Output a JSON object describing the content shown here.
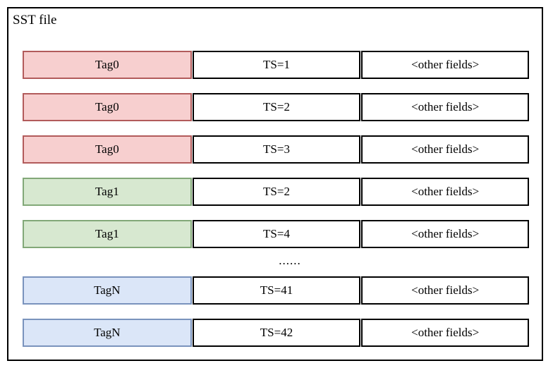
{
  "diagram": {
    "title": "SST file",
    "frame_border_color": "#000000",
    "columns": [
      "tag",
      "timestamp",
      "other"
    ],
    "rows": [
      {
        "tag": "Tag0",
        "ts": "TS=1",
        "other": "<other fields>",
        "color": "pink",
        "fill": "#f7cfcf",
        "stroke": "#b25b5b"
      },
      {
        "tag": "Tag0",
        "ts": "TS=2",
        "other": "<other fields>",
        "color": "pink",
        "fill": "#f7cfcf",
        "stroke": "#b25b5b"
      },
      {
        "tag": "Tag0",
        "ts": "TS=3",
        "other": "<other fields>",
        "color": "pink",
        "fill": "#f7cfcf",
        "stroke": "#b25b5b"
      },
      {
        "tag": "Tag1",
        "ts": "TS=2",
        "other": "<other fields>",
        "color": "green",
        "fill": "#d7e8d0",
        "stroke": "#82a878"
      },
      {
        "tag": "Tag1",
        "ts": "TS=4",
        "other": "<other fields>",
        "color": "green",
        "fill": "#d7e8d0",
        "stroke": "#82a878"
      },
      {
        "tag": "TagN",
        "ts": "TS=41",
        "other": "<other fields>",
        "color": "blue",
        "fill": "#dbe6f8",
        "stroke": "#7a93bd"
      },
      {
        "tag": "TagN",
        "ts": "TS=42",
        "other": "<other fields>",
        "color": "blue",
        "fill": "#dbe6f8",
        "stroke": "#7a93bd"
      }
    ],
    "ellipsis": "......"
  }
}
